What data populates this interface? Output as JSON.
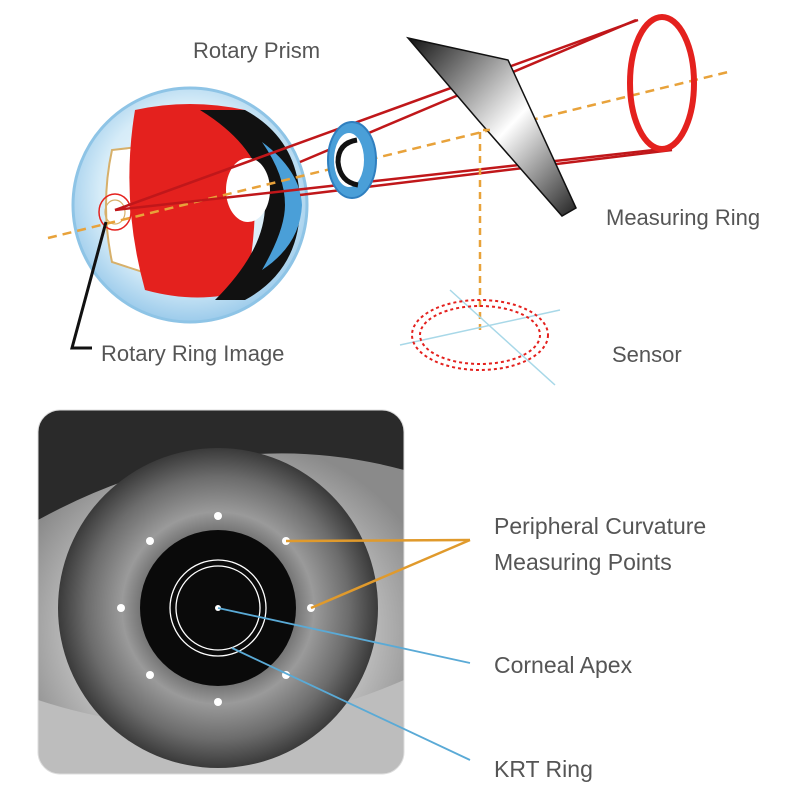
{
  "top_diagram": {
    "labels": {
      "rotary_prism": "Rotary Prism",
      "measuring_ring": "Measuring Ring",
      "rotary_ring_image": "Rotary Ring Image",
      "sensor": "Sensor"
    }
  },
  "bottom_photo": {
    "labels": {
      "peripheral_line1": "Peripheral Curvature",
      "peripheral_line2": "Measuring Points",
      "corneal_apex": "Corneal Apex",
      "krt_ring": "KRT Ring"
    }
  },
  "colors": {
    "ring_red": "#e4211e",
    "axis_orange": "#e8a23a",
    "callout_orange": "#e09a2c",
    "callout_blue": "#5aaad6",
    "label_gray": "#555555",
    "lens_blue": "#4a9fd8"
  },
  "icons": {
    "eye_cross_section": "eye-cross-section-icon",
    "lens": "lens-icon",
    "prism": "prism-icon",
    "sensor_ring": "sensor-ring-icon",
    "measuring_ring": "measuring-ring-icon"
  }
}
